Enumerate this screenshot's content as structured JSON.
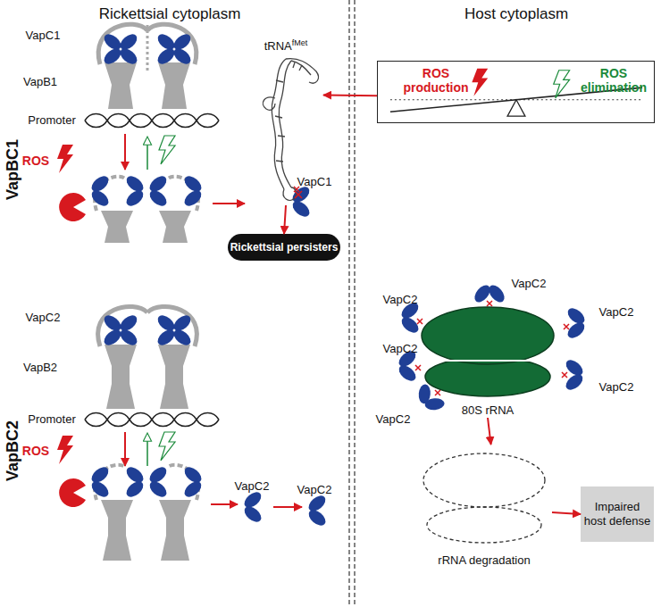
{
  "diagram": {
    "nodes": [
      {
        "text": [
          "ROS production",
          "ROS elimination"
        ]
      },
      {
        "text": [
          "tRNAfMet"
        ]
      },
      {
        "text": [
          "Rickettsial persisters"
        ]
      },
      {
        "text": [
          "80S rRNA"
        ]
      },
      {
        "text": [
          "rRNA degradation"
        ]
      },
      {
        "text": [
          "Impaired host defense"
        ]
      }
    ],
    "edges": [
      {
        "from": 0,
        "to": 1,
        "arrow": "to"
      },
      {
        "from": 1,
        "to": 2,
        "arrow": "to"
      },
      {
        "from": 3,
        "to": 4,
        "arrow": "to"
      },
      {
        "from": 4,
        "to": 5,
        "arrow": "to"
      }
    ],
    "labels": [
      "Rickettsial cytoplasm",
      "Host cytoplasm",
      "VapBC1",
      "VapC1",
      "VapB1",
      "Promoter",
      "ROS",
      "VapC1",
      "VapBC2",
      "VapC2",
      "VapB2",
      "Promoter",
      "ROS",
      "VapC2",
      "VapC2",
      "VapC2",
      "VapC2",
      "VapC2",
      "VapC2",
      "VapC2",
      "VapC2"
    ]
  }
}
